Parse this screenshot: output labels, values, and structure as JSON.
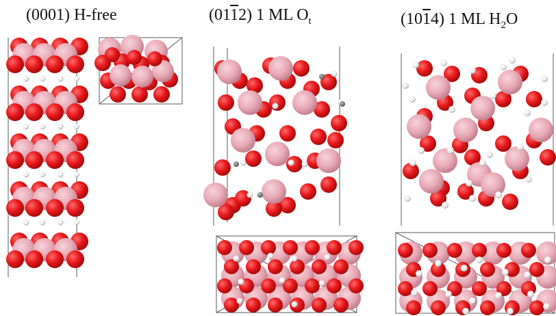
{
  "panels": [
    {
      "id": "p1",
      "title_before": "(0001)",
      "title_after": " H-free"
    },
    {
      "id": "p2",
      "title_prefix": "(01",
      "title_bar": "1",
      "title_mid": "2) 1 ML O",
      "title_sub": "t"
    },
    {
      "id": "p3",
      "title_prefix": "(10",
      "title_bar": "1",
      "title_mid": "4) 1 ML H",
      "title_sub": "2",
      "title_end": "O"
    }
  ],
  "colors": {
    "oxygen": "#e8191c",
    "oxygen_dark": "#b90e10",
    "aluminum": "#e8aab6",
    "aluminum_dark": "#c98593",
    "hydrogen": "#f1f1f1",
    "cell_line": "#555555"
  }
}
